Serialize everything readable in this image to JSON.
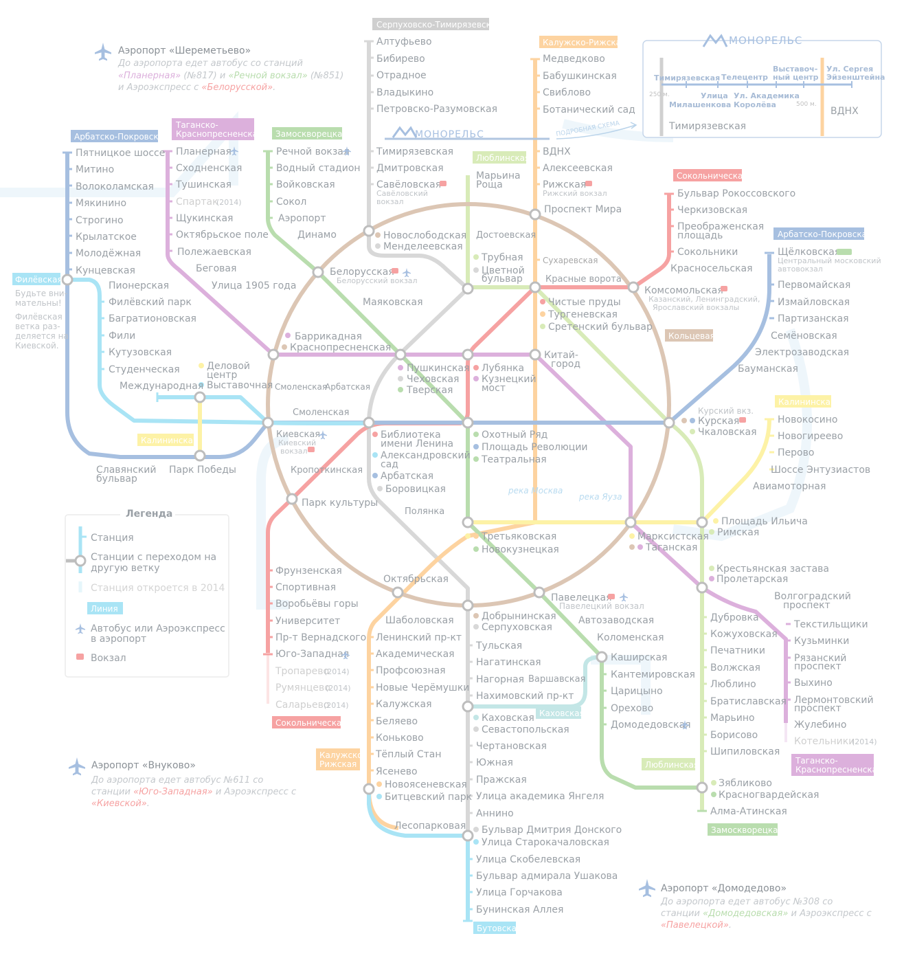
{
  "colors": {
    "sokol": "#f4a1a1",
    "zamosk": "#b7dcac",
    "arbat": "#a9c0e0",
    "filev": "#a9e4f5",
    "ring": "#dcc6b4",
    "kaluzh": "#fcd4a2",
    "tagan": "#dcb1dc",
    "kalin": "#fdf1a3",
    "serp": "#d6d6d6",
    "lubl": "#d6eab6",
    "kakh": "#bfe4e4",
    "butov": "#a9e4f5",
    "mono": "#a9c0e0",
    "ring_node": "#bfbfbf"
  },
  "tags": {
    "serp": "Серпуховско-Тимирязевская",
    "kaluzh_top": "Калужско-Рижская",
    "tagan_top": [
      "Таганско-",
      "Краснопресненская"
    ],
    "zamosk_top": "Замоскворецкая",
    "arbat_top": "Арбатско-Покровская",
    "lubl_top": "Люблинская",
    "sokol_top": "Сокольническая",
    "arbat_right": "Арбатско-Покровская",
    "filev": "Филёвская",
    "ring": "Кольцевая",
    "kalin_right": "Калининская",
    "kalin_left": "Калининская",
    "kakh": "Каховская",
    "sokol_bottom": "Сокольническая",
    "kaluzh_bottom": [
      "Калужско-",
      "Рижская"
    ],
    "lubl_bottom": "Люблинская",
    "tagan_bottom": [
      "Таганско-",
      "Краснопресненская"
    ],
    "zamosk_bottom": "Замоскворецкая",
    "butov": "Бутовская",
    "legend_line": "Линия"
  },
  "airports": {
    "sher": {
      "title": "Аэропорт «Шереметьево»",
      "l1": "До аэропорта едет автобус со станций",
      "l2a": "«Планерная»",
      "l2b": " (№817) и ",
      "l2c": "«Речной вокзал»",
      "l2d": " (№851)",
      "l3a": "и Аэроэкспресс с ",
      "l3b": "«Белорусской»",
      "l3c": "."
    },
    "vnuk": {
      "title": "Аэропорт «Внуково»",
      "l1": "До аэропорта едет автобус №611  со",
      "l2a": "станции ",
      "l2b": "«Юго-Западная»",
      "l2c": " и Аэроэкспресс с",
      "l3a": "«Киевской»",
      "l3b": "."
    },
    "domo": {
      "title": "Аэропорт «Домодедово»",
      "l1": "До аэропорта едет автобус №308 со",
      "l2a": "станции ",
      "l2b": "«Домодедовская»",
      "l2c": " и Аэроэкспресс с",
      "l3a": "«Павелецкой»",
      "l3b": "."
    }
  },
  "filev_note": [
    "Будьте вни-",
    "мательны!",
    "Филёвская",
    "ветка раз-",
    "деляется на",
    "Киевской."
  ],
  "legend": {
    "title": "Легенда",
    "station": "Станция",
    "transfer": [
      "Станции с переходом на",
      "другую ветку"
    ],
    "future": "Станция откроется в 2014",
    "bus": [
      "Автобус или Аэроэкспресс",
      "в аэропорт"
    ],
    "rail": "Вокзал"
  },
  "monorail": {
    "title": "МОНОРЕЛЬС",
    "main_title": "МОНОРЕЛЬС",
    "detail_link": "ПОДРОБНАЯ СХЕМА",
    "top": [
      "Тимирязевская",
      "Телецентр"
    ],
    "top3": [
      "Выставоч-",
      "ный центр"
    ],
    "top4": [
      "Ул. Сергея",
      "Эйзенштейна"
    ],
    "bot1": [
      "Улица",
      "Милашенкова"
    ],
    "bot2": [
      "Ул. Академика",
      "Королёва"
    ],
    "dist1": "250 м.",
    "dist2": "500 м.",
    "vdnh": "ВДНХ",
    "tim": "Тимирязевская"
  },
  "st": {
    "s1": "Алтуфьево",
    "s2": "Бибирево",
    "s3": "Отрадное",
    "s4": "Владыкино",
    "s5": "Петровско-Разумовская",
    "s6": "Тимирязевская",
    "s7": "Дмитровская",
    "s8": "Савёловская",
    "s8b": [
      "Савёловский",
      "вокзал"
    ],
    "s9": "Новослободская",
    "s10": "Менделеевская",
    "k1": "Медведково",
    "k2": "Бабушкинская",
    "k3": "Свиблово",
    "k4": "Ботанический сад",
    "k5": "ВДНХ",
    "k6": "Алексеевская",
    "k7": "Рижская",
    "k7b": "Рижский вокзал",
    "k8": "Проспект Мира",
    "k9": "Сухаревская",
    "k10": "Красные ворота",
    "k11": "Чистые пруды",
    "k12": "Тургеневская",
    "k13": "Сретенский бульвар",
    "t1": "Планерная",
    "t2": "Сходненская",
    "t3": "Тушинская",
    "t4": "Спартак",
    "t4y": "(2014)",
    "t5": "Щукинская",
    "t6": "Октябрьское поле",
    "t7": "Полежаевская",
    "t8": "Беговая",
    "t9": "Улица 1905 года",
    "t10": "Баррикадная",
    "t11": "Краснопресненская",
    "z1": "Речной вокзал",
    "z2": "Водный стадион",
    "z3": "Войковская",
    "z4": "Сокол",
    "z5": "Аэропорт",
    "z6": "Динамо",
    "z7": "Белорусская",
    "z7b": "Белорусский вокзал",
    "z8": "Маяковская",
    "a1": "Пятницкое шоссе",
    "a2": "Митино",
    "a3": "Волоколамская",
    "a4": "Мякинино",
    "a5": "Строгино",
    "a6": "Крылатское",
    "a7": "Молодёжная",
    "a8": "Кунцевская",
    "f1": "Пионерская",
    "f2": "Филёвский парк",
    "f3": "Багратионовская",
    "f4": "Фили",
    "f5": "Кутузовская",
    "f6": "Студенческая",
    "f7": "Международная",
    "f8": [
      "Деловой",
      "центр"
    ],
    "f9": "Выставочная",
    "l1": [
      "Марьина",
      "Роща"
    ],
    "l2": "Достоевская",
    "l3": "Трубная",
    "l4": [
      "Цветной",
      "бульвар"
    ],
    "so1": "Бульвар Рокоссовского",
    "so2": "Черкизовская",
    "so3": [
      "Преображенская",
      "площадь"
    ],
    "so4": "Сокольники",
    "so5": "Красносельская",
    "so6": "Комсомольская",
    "so6b": [
      "Казанский, Ленинградский,",
      "Ярославский вокзалы"
    ],
    "ap1": "Щёлковская",
    "ap1b": [
      "Центральный московский",
      "автовокзал"
    ],
    "ap2": "Первомайская",
    "ap3": "Измайловская",
    "ap4": "Партизанская",
    "ap5": "Семёновская",
    "ap6": "Электрозаводская",
    "ap7": "Бауманская",
    "c1": "Пушкинская",
    "c2": "Чеховская",
    "c3": "Тверская",
    "c4": "Лубянка",
    "c5": [
      "Кузнецкий",
      "мост"
    ],
    "c6": [
      "Китай-",
      "город"
    ],
    "sm1": "Смоленская",
    "sm2": "Арбатская",
    "sm3": "Смоленская",
    "kv": "Киевская",
    "kvb": [
      "Киевский",
      "вокзал"
    ],
    "kr": "Кропоткинская",
    "b1": [
      "Библиотека",
      "имени Ленина"
    ],
    "b2": [
      "Александровский",
      "сад"
    ],
    "b3": "Арбатская",
    "b4": "Боровицкая",
    "o1": "Охотный Ряд",
    "o2": "Площадь Революции",
    "o3": "Театральная",
    "ku1": "Курский вкз.",
    "ku2": "Курская",
    "ku3": "Чкаловская",
    "kl1": "Новокосино",
    "kl2": "Новогиреево",
    "kl3": "Перово",
    "kl4": "Шоссе Энтузиастов",
    "kl5": "Авиамоторная",
    "kl6": "Площадь Ильича",
    "kl7": "Римская",
    "sl1": "Славянский",
    "sl1b": "бульвар",
    "pp": "Парк Победы",
    "pk": "Парк культуры",
    "pol": "Полянка",
    "rm": "река Москва",
    "ry": "река Яуза",
    "tr1": "Третьяковская",
    "tr2": "Новокузнецкая",
    "mk1": "Марксистская",
    "mk2": "Таганская",
    "ks1": "Крестьянская застава",
    "ks2": "Пролетарская",
    "oct": "Октябрьская",
    "pav": "Павелецкая",
    "pavb": "Павелецкий вокзал",
    "dob1": "Добрынинская",
    "dob2": "Серпуховская",
    "sok1": "Фрунзенская",
    "sok2": "Спортивная",
    "sok3": "Воробьёвы горы",
    "sok4": "Университет",
    "sok5": "Пр-т Вернадского",
    "sok6": "Юго-Западная",
    "sok7": "Тропарево",
    "sok8": "Румянцево",
    "sok9": "Саларьево",
    "y2014": "(2014)",
    "kal1": "Шаболовская",
    "kal2": "Ленинский пр-кт",
    "kal3": "Академическая",
    "kal4": "Профсоюзная",
    "kal5": "Новые Черёмушки",
    "kal6": "Калужская",
    "kal7": "Беляево",
    "kal8": "Коньково",
    "kal9": "Тёплый Стан",
    "kal10": "Ясенево",
    "kal11": "Новоясеневская",
    "kal12": "Битцевский парк",
    "kal13": "Лесопарковая",
    "sr1": "Тульская",
    "sr2": "Нагатинская",
    "sr3": "Нагорная",
    "sr4": "Нахимовский пр-кт",
    "sr5": "Каховская",
    "sr6": "Севастопольская",
    "sr7": "Чертановская",
    "sr8": "Южная",
    "sr9": "Пражская",
    "sr10": "Улица академика Янгеля",
    "sr11": "Аннино",
    "sr12": "Бульвар Дмитрия Донского",
    "bt1": "Улица Старокачаловская",
    "bt2": "Улица Скобелевская",
    "bt3": "Бульвар адмирала Ушакова",
    "bt4": "Улица Горчакова",
    "bt5": "Бунинская Аллея",
    "zm1": "Автозаводская",
    "zm2": "Коломенская",
    "zm3": "Каширская",
    "zm4": "Кантемировская",
    "zm5": "Царицыно",
    "zm6": "Орехово",
    "zm7": "Домодедовская",
    "zm8": "Красногвардейская",
    "zm9": "Алма-Атинская",
    "vr": "Варшавская",
    "lb1": "Дубровка",
    "lb2": "Кожуховская",
    "lb3": "Печатники",
    "lb4": "Волжская",
    "lb5": "Люблино",
    "lb6": "Братиславская",
    "lb7": "Марьино",
    "lb8": "Борисово",
    "lb9": "Шипиловская",
    "lb10": "Зябликово",
    "tg1": [
      "Волгоградский",
      "проспект"
    ],
    "tg2": "Текстильщики",
    "tg3": "Кузьминки",
    "tg4": [
      "Рязанский",
      "проспект"
    ],
    "tg5": "Выхино",
    "tg6": [
      "Лермонтовский",
      "проспект"
    ],
    "tg7": "Жулебино",
    "tg8": "Котельники"
  }
}
